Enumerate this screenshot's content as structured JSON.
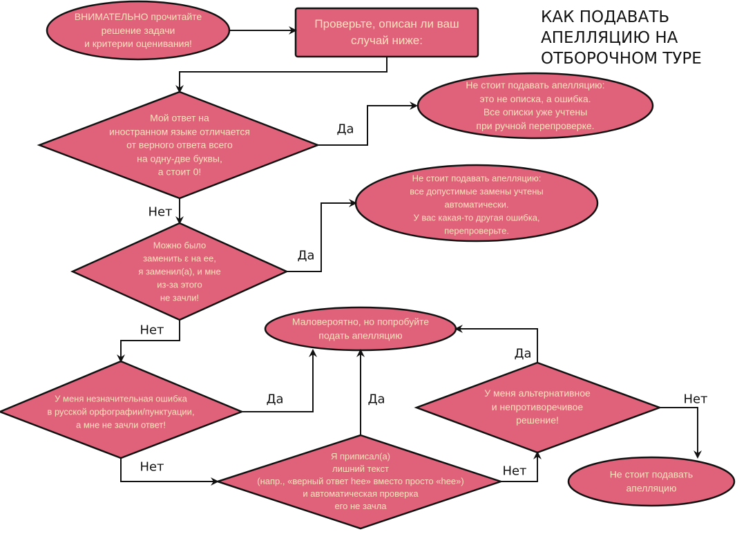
{
  "title": "КАК ПОДАВАТЬ\nАПЕЛЛЯЦИЮ НА\nОТБОРОЧНОМ ТУРЕ",
  "colors": {
    "fill": "#e0627a",
    "text": "#fde3bd",
    "stroke": "#111111"
  },
  "nodes": {
    "start": "ВНИМАТЕЛЬНО прочитайте\nрешение задачи\nи критерии оценивания!",
    "check": "Проверьте, описан ли ваш\nслучай ниже:",
    "q1": "Мой ответ на\nиностранном языке отличается\nот верного ответа всего\nна одну-две буквы,\nа стоит 0!",
    "r1": "Не стоит подавать апелляцию:\nэто не описка, а ошибка.\nВсе описки уже учтены\nпри ручной перепроверке.",
    "q2": "Можно было\nзаменить ε на ее,\nя заменил(а), и мне\nиз-за этого\nне зачли!",
    "r2": "Не стоит подавать апелляцию:\nвсе допустимые замены учтены\nавтоматически.\nУ вас какая-то другая ошибка,\nперепроверьте.",
    "r_try": "Маловероятно, но попробуйте\nподать апелляцию",
    "q3": "У меня незначительная ошибка\nв русской орфографии/пунктуации,\nа мне не зачли ответ!",
    "q4": "Я приписал(а)\nлишний текст\n(напр., «верный ответ hee» вместо просто «hee»)\nи автоматическая проверка\nего не зачла",
    "q5": "У меня альтернативное\nи непротиворечивое\nрешение!",
    "r_no": "Не стоит подавать\nапелляцию"
  },
  "labels": {
    "yes": "Да",
    "no": "Нет"
  }
}
